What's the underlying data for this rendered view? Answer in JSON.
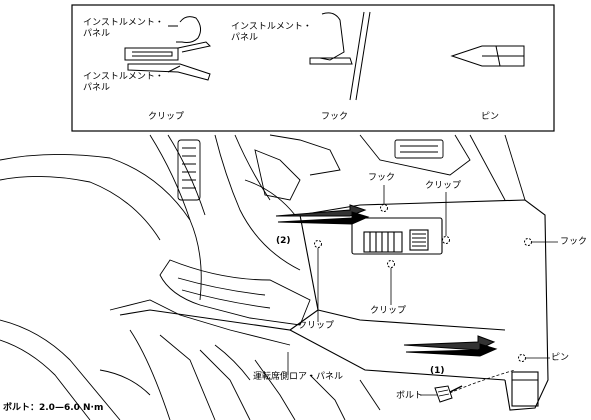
{
  "legend": {
    "clip": {
      "panel_label_top": "インストルメント・\nパネル",
      "panel_label_bottom": "インストルメント・\nパネル",
      "caption": "クリップ"
    },
    "hook": {
      "panel_label": "インストルメント・\nパネル",
      "caption": "フック"
    },
    "pin": {
      "caption": "ピン"
    }
  },
  "callouts": {
    "hook_top": "フック",
    "clip_top": "クリップ",
    "hook_right": "フック",
    "clip_center": "クリップ",
    "clip_left": "クリップ",
    "pin_right": "ピン",
    "panel_name": "運転席側ロア・パネル",
    "bolt": "ボルト",
    "step1": "(1)",
    "step2": "(2)"
  },
  "torque_spec": "ボルト：2.0—6.0 N·m"
}
